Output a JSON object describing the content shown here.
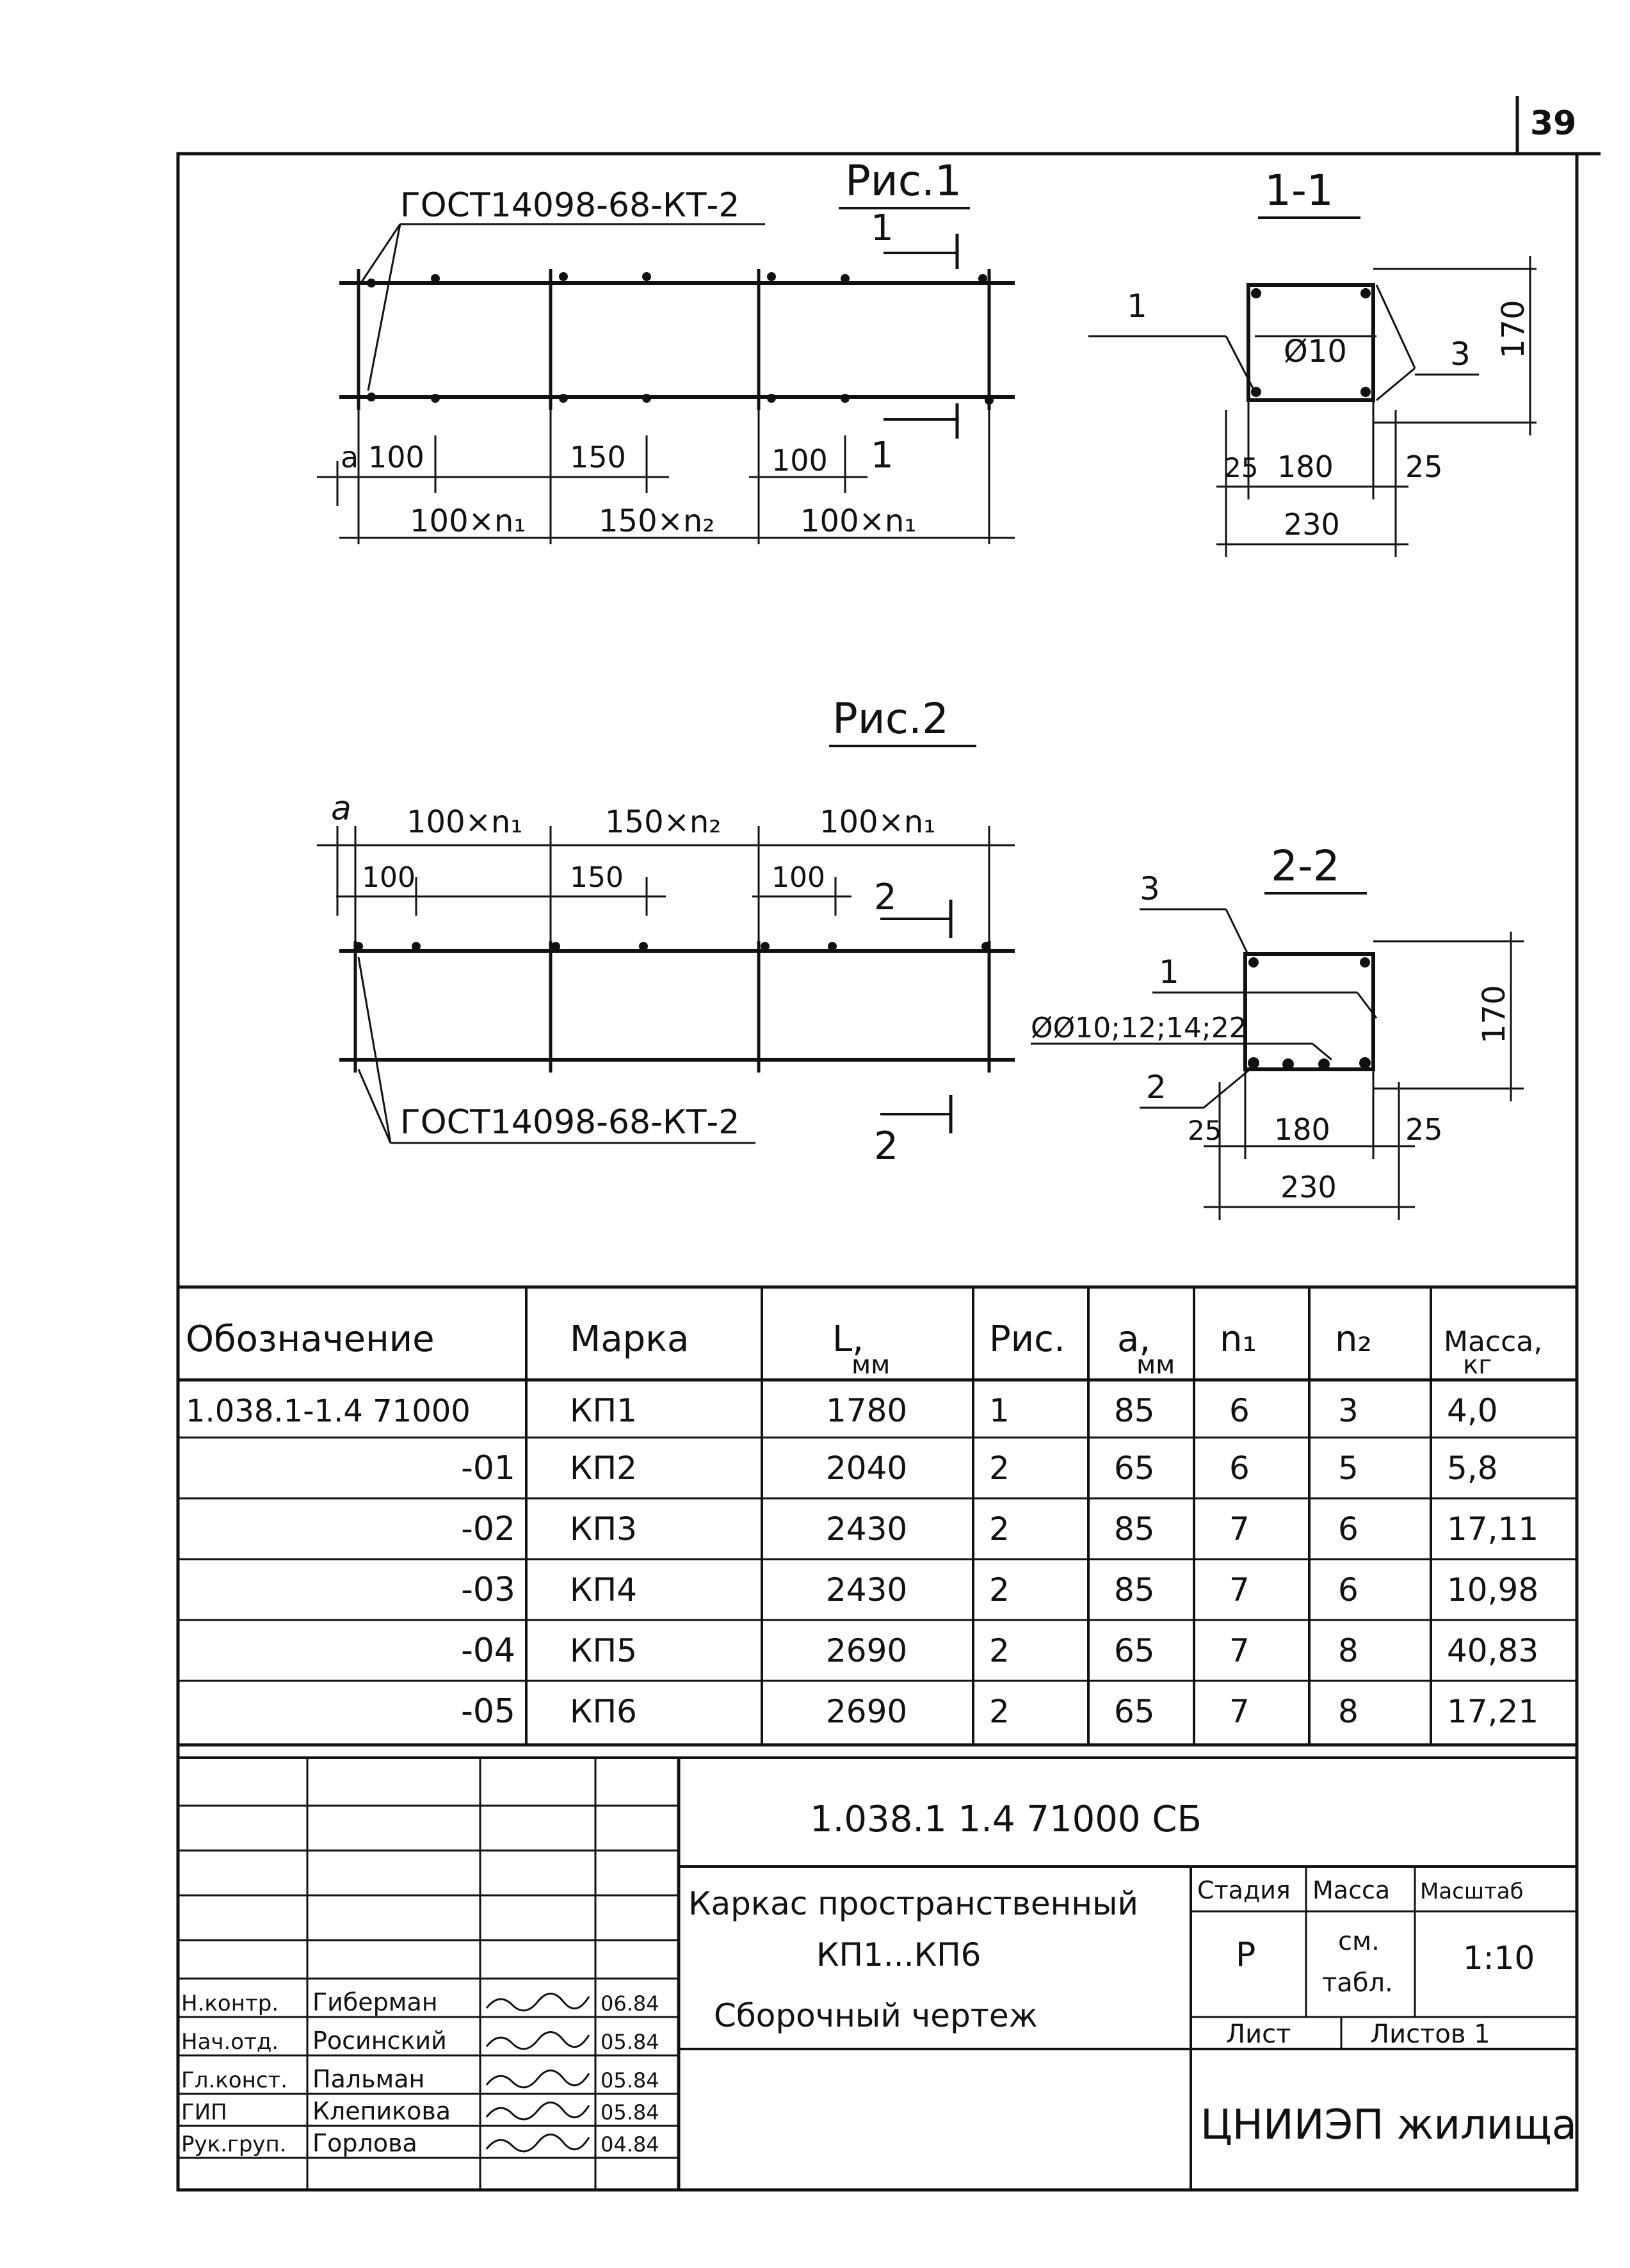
{
  "sheet_number": "39",
  "fig1": {
    "title": "Рис.1",
    "weld_note": "ГОСТ14098-68-КТ-2",
    "section_mark": "1",
    "dims_top": [
      "a",
      "100",
      "150",
      "100"
    ],
    "dims_bottom": [
      "100×n₁",
      "150×n₂",
      "100×n₁"
    ]
  },
  "section1": {
    "title": "1-1",
    "callout_1": "1",
    "callout_3": "3",
    "bar_dia": "Ø10",
    "height": "170",
    "dims": [
      "25",
      "180",
      "25"
    ],
    "total": "230"
  },
  "fig2": {
    "title": "Рис.2",
    "a_label": "a",
    "dims_top": [
      "100×n₁",
      "150×n₂",
      "100×n₁"
    ],
    "dims_inner": [
      "100",
      "150",
      "100"
    ],
    "section_mark": "2",
    "weld_note": "ГОСТ14098-68-КТ-2"
  },
  "section2": {
    "title": "2-2",
    "callout_1": "1",
    "callout_2": "2",
    "callout_3": "3",
    "bar_dia": "ØØ10;12;14;22",
    "height": "170",
    "dims": [
      "25",
      "180",
      "25"
    ],
    "total": "230"
  },
  "table": {
    "headers": [
      "Обозначение",
      "Марка",
      "L,",
      "Рис.",
      "a,",
      "n₁",
      "n₂",
      "Масса,"
    ],
    "units": [
      "",
      "",
      "мм",
      "",
      "мм",
      "",
      "",
      "кг"
    ],
    "rows": [
      [
        "1.038.1-1.4 71000",
        "КП1",
        "1780",
        "1",
        "85",
        "6",
        "3",
        "4,0"
      ],
      [
        "-01",
        "КП2",
        "2040",
        "2",
        "65",
        "6",
        "5",
        "5,8"
      ],
      [
        "-02",
        "КП3",
        "2430",
        "2",
        "85",
        "7",
        "6",
        "17,11"
      ],
      [
        "-03",
        "КП4",
        "2430",
        "2",
        "85",
        "7",
        "6",
        "10,98"
      ],
      [
        "-04",
        "КП5",
        "2690",
        "2",
        "65",
        "7",
        "8",
        "40,83"
      ],
      [
        "-05",
        "КП6",
        "2690",
        "2",
        "65",
        "7",
        "8",
        "17,21"
      ]
    ]
  },
  "title_block": {
    "doc_code": "1.038.1 1.4 71000 СБ",
    "name_line1": "Каркас пространственный",
    "name_line2": "КП1...КП6",
    "name_line3": "Сборочный чертеж",
    "stage_label": "Стадия",
    "mass_label": "Масса",
    "scale_label": "Масштаб",
    "stage": "Р",
    "mass_line1": "см.",
    "mass_line2": "табл.",
    "scale": "1:10",
    "sheet_label": "Лист",
    "sheets_label": "Листов 1",
    "org": "ЦНИИЭП жилища",
    "signers": [
      {
        "role": "Н.контр.",
        "name": "Гиберман",
        "date": "06.84"
      },
      {
        "role": "Нач.отд.",
        "name": "Росинский",
        "date": "05.84"
      },
      {
        "role": "Гл.конст.",
        "name": "Пальман",
        "date": "05.84"
      },
      {
        "role": "ГИП",
        "name": "Клепикова",
        "date": "05.84"
      },
      {
        "role": "Рук.груп.",
        "name": "Горлова",
        "date": "04.84"
      }
    ]
  }
}
